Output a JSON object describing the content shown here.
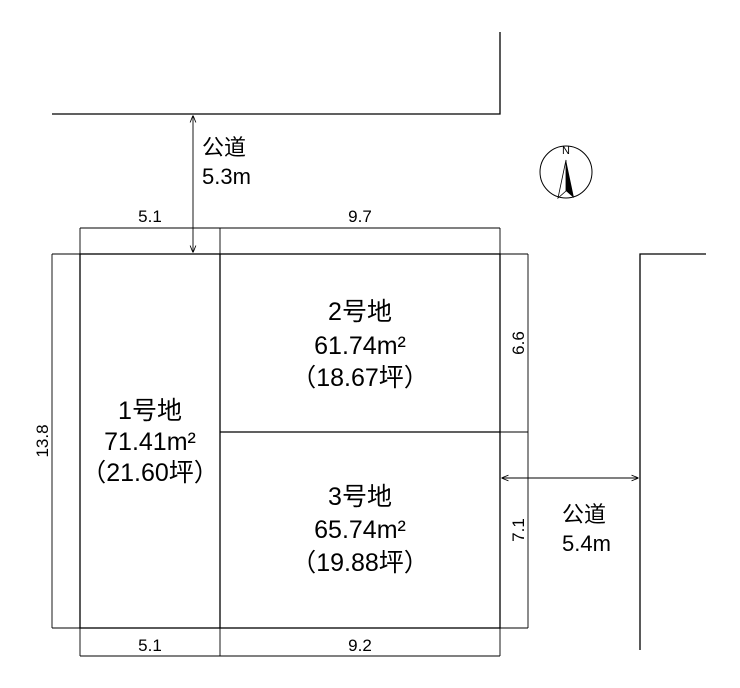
{
  "compass": {
    "letter": "N"
  },
  "roads": [
    {
      "name": "公道",
      "width": "5.3m"
    },
    {
      "name": "公道",
      "width": "5.4m"
    }
  ],
  "dimensions": {
    "top_left": "5.1",
    "top_right": "9.7",
    "bottom_left": "5.1",
    "bottom_right": "9.2",
    "left": "13.8",
    "right_upper": "6.6",
    "right_lower": "7.1"
  },
  "lots": [
    {
      "name": "1号地",
      "area": "71.41m²",
      "tsubo": "（21.60坪）"
    },
    {
      "name": "2号地",
      "area": "61.74m²",
      "tsubo": "（18.67坪）"
    },
    {
      "name": "3号地",
      "area": "65.74m²",
      "tsubo": "（19.88坪）"
    }
  ]
}
